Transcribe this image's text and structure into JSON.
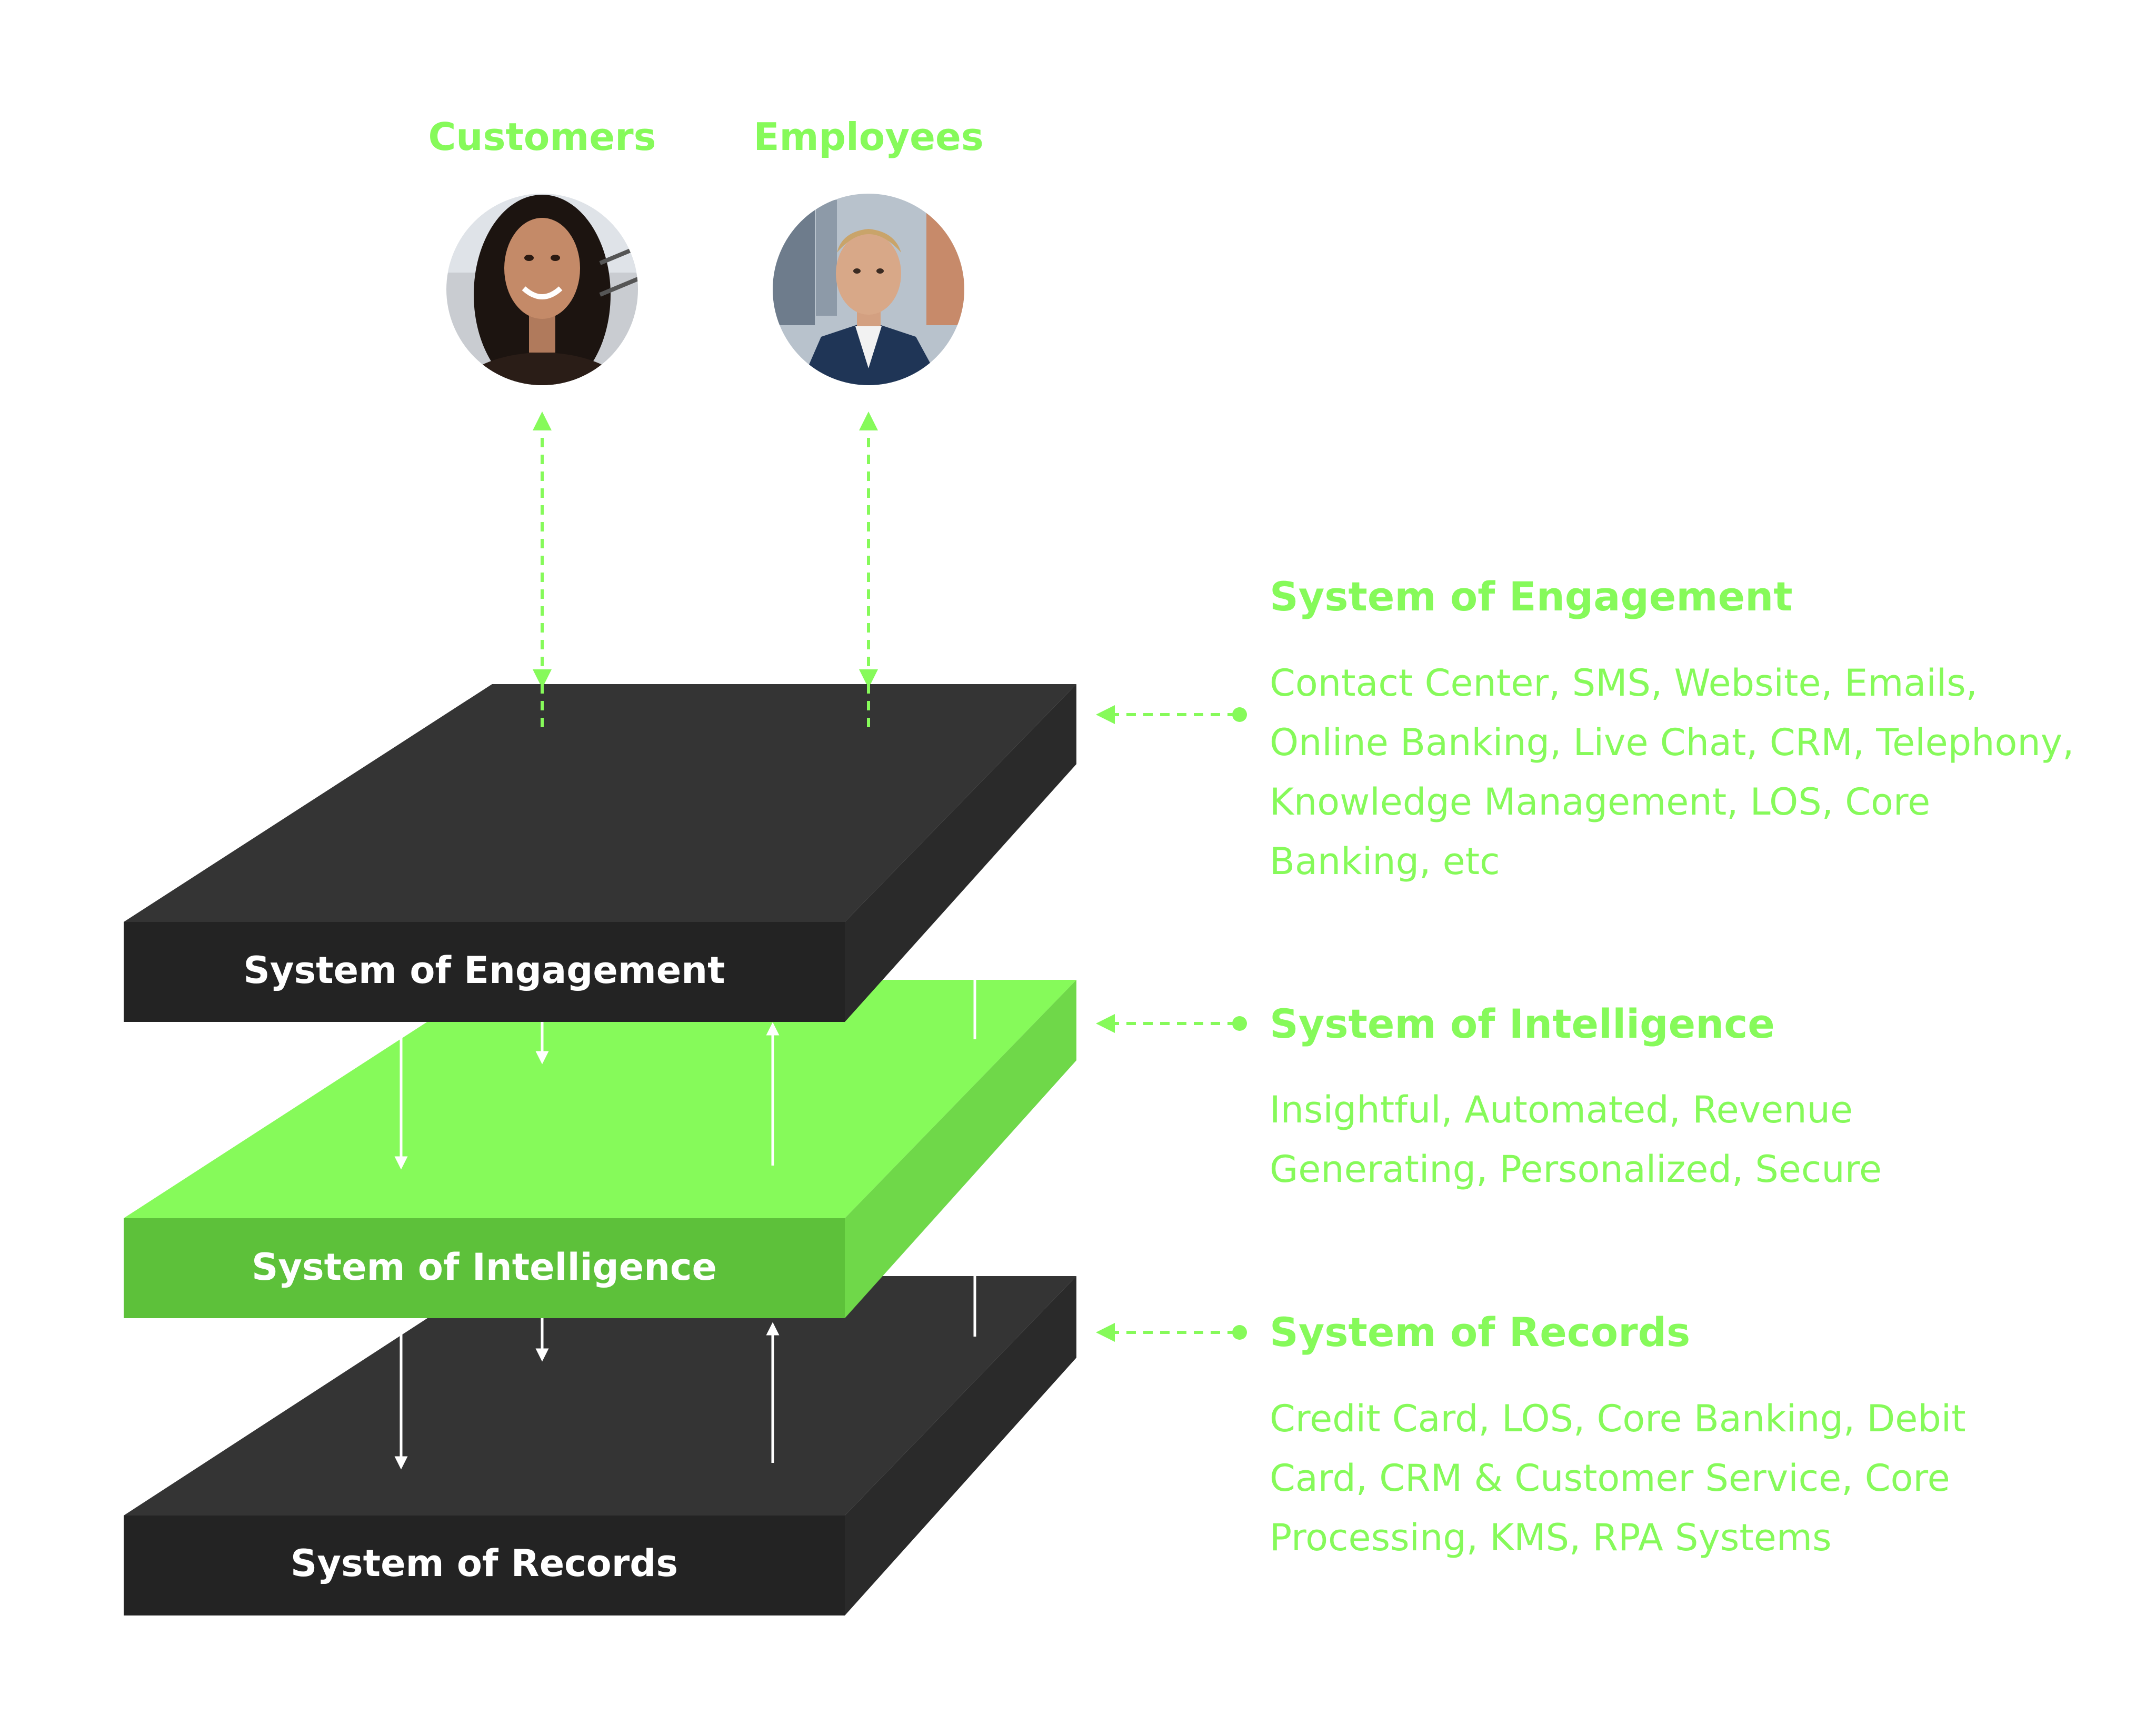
{
  "colors": {
    "accent": "#86fa5a",
    "dark_layer": "#343434",
    "dark_layer_front": "#232323",
    "green_layer_top": "#86fa5a",
    "green_layer_front": "#5dc13a",
    "green_layer_side": "#6fd849"
  },
  "people": [
    {
      "label": "Customers",
      "icon": "customer-avatar"
    },
    {
      "label": "Employees",
      "icon": "employee-avatar"
    }
  ],
  "layers": [
    {
      "label": "System of Engagement"
    },
    {
      "label": "System of Intelligence"
    },
    {
      "label": "System of Records"
    }
  ],
  "descriptions": [
    {
      "title": "System of Engagement",
      "lines": [
        "Contact Center, SMS, Website, Emails,",
        "Online Banking, Live Chat, CRM, Telephony,",
        "Knowledge Management, LOS, Core",
        "Banking, etc"
      ]
    },
    {
      "title": "System of Intelligence",
      "lines": [
        "Insightful, Automated, Revenue",
        "Generating, Personalized, Secure"
      ]
    },
    {
      "title": "System of Records",
      "lines": [
        "Credit Card, LOS, Core Banking, Debit",
        "Card, CRM & Customer Service, Core",
        "Processing, KMS, RPA Systems"
      ]
    }
  ]
}
